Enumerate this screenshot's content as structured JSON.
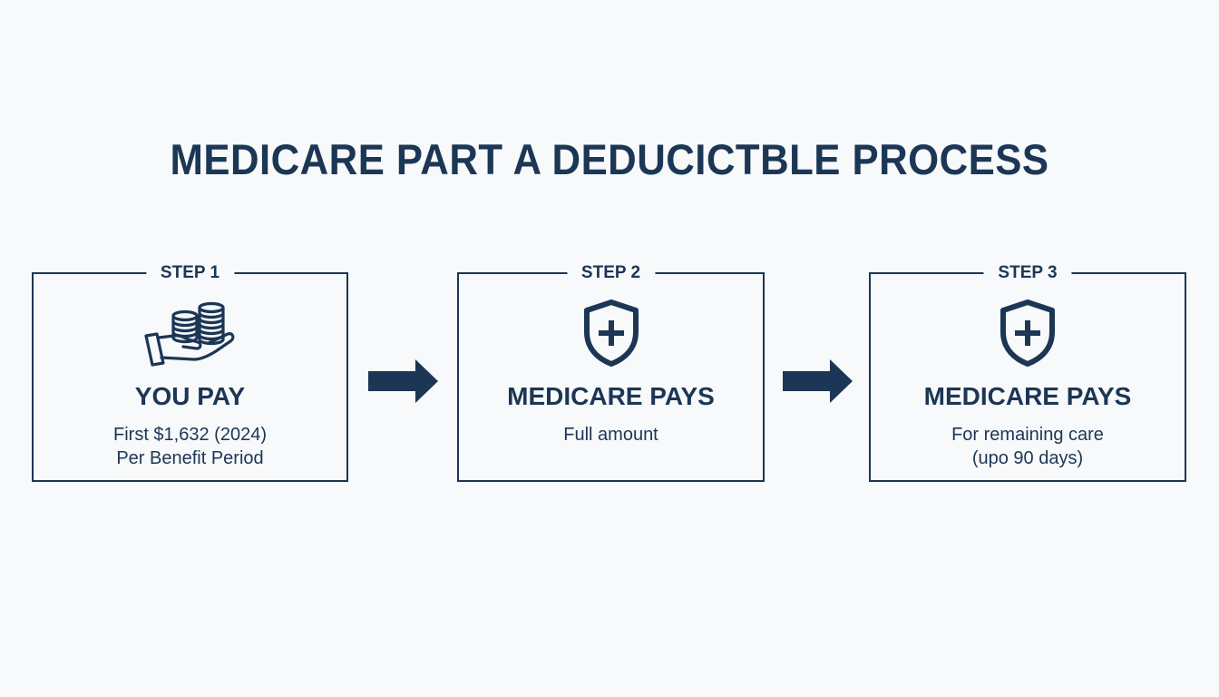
{
  "title": "MEDICARE PART A DEDUCICTBLE PROCESS",
  "colors": {
    "primary": "#1c3655",
    "background": "#f7f9fa"
  },
  "steps": [
    {
      "tag": "STEP 1",
      "icon": "hand-coins-icon",
      "heading": "YOU PAY",
      "lines": [
        "First $1,632 (2024)",
        "Per Benefit Period"
      ]
    },
    {
      "tag": "STEP 2",
      "icon": "shield-plus-icon",
      "heading": "MEDICARE PAYS",
      "lines": [
        "Full amount"
      ]
    },
    {
      "tag": "STEP 3",
      "icon": "shield-plus-icon",
      "heading": "MEDICARE PAYS",
      "lines": [
        "For remaining care",
        "(upo 90 days)"
      ]
    }
  ],
  "connectors": [
    "arrow-right-icon",
    "arrow-right-icon"
  ]
}
